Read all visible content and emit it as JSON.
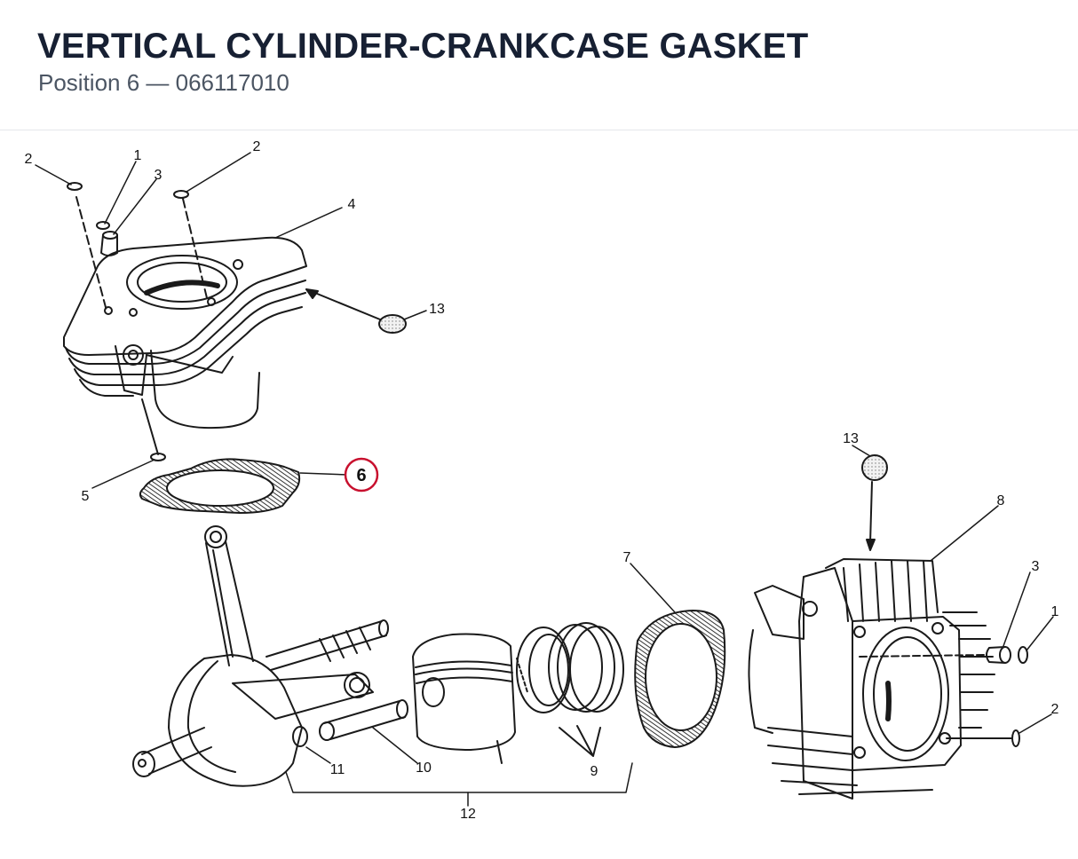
{
  "header": {
    "title": "VERTICAL CYLINDER-CRANKCASE GASKET",
    "subtitle": "Position 6 — 066117010"
  },
  "highlight": {
    "position": "6",
    "color": "#c8102e"
  },
  "callouts": {
    "c2a": "2",
    "c1a": "1",
    "c3a": "3",
    "c2b": "2",
    "c4": "4",
    "c13a": "13",
    "c5": "5",
    "c6": "6",
    "c13b": "13",
    "c8": "8",
    "c7": "7",
    "c3b": "3",
    "c1b": "1",
    "c2c": "2",
    "c11": "11",
    "c10": "10",
    "c9": "9",
    "c12": "12"
  },
  "colors": {
    "ink": "#1a1a1a",
    "title": "#172033",
    "subtitle": "#4b5563"
  }
}
